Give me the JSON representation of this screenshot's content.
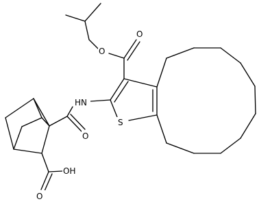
{
  "structure": {
    "bond_color": "#000000",
    "background": "#ffffff",
    "atom_labels": {
      "ester_carbonyl_oxygen": "O",
      "ester_ether_oxygen": "O",
      "amide_nitrogen": "HN",
      "thiophene_sulfur": "S",
      "amide_carbonyl_oxygen": "O",
      "carboxylic_hydroxyl": "OH",
      "carboxylic_carbonyl_oxygen": "O"
    }
  }
}
